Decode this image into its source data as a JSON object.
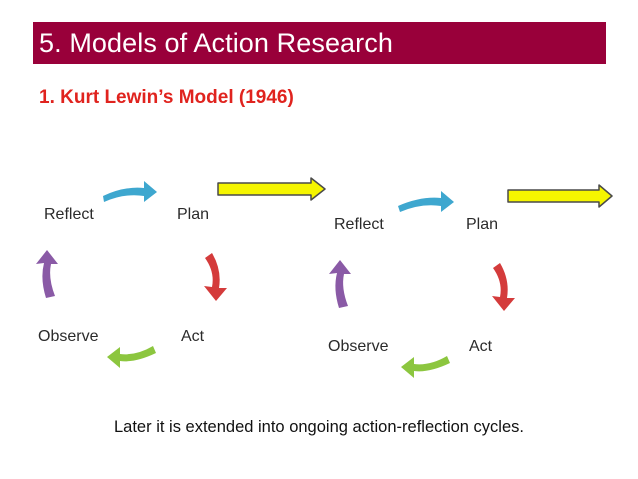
{
  "header": {
    "title": "5. Models of Action Research",
    "background": "#99003a"
  },
  "subtitle": {
    "text": "1. Kurt Lewin’s Model (1946)",
    "color": "#e0231e"
  },
  "cycles": [
    {
      "reflect": "Reflect",
      "plan": "Plan",
      "act": "Act",
      "observe": "Observe"
    },
    {
      "reflect": "Reflect",
      "plan": "Plan",
      "act": "Act",
      "observe": "Observe"
    }
  ],
  "colors": {
    "reflect_to_plan": "#3ea7cf",
    "plan_to_act": "#d43b3b",
    "act_to_observe": "#8cc63f",
    "observe_to_reflect": "#8a5aa6",
    "continue_arrow_fill": "#f5f500",
    "continue_arrow_stroke": "#4a4a4a"
  },
  "caption": "Later it is extended into ongoing action-reflection cycles."
}
